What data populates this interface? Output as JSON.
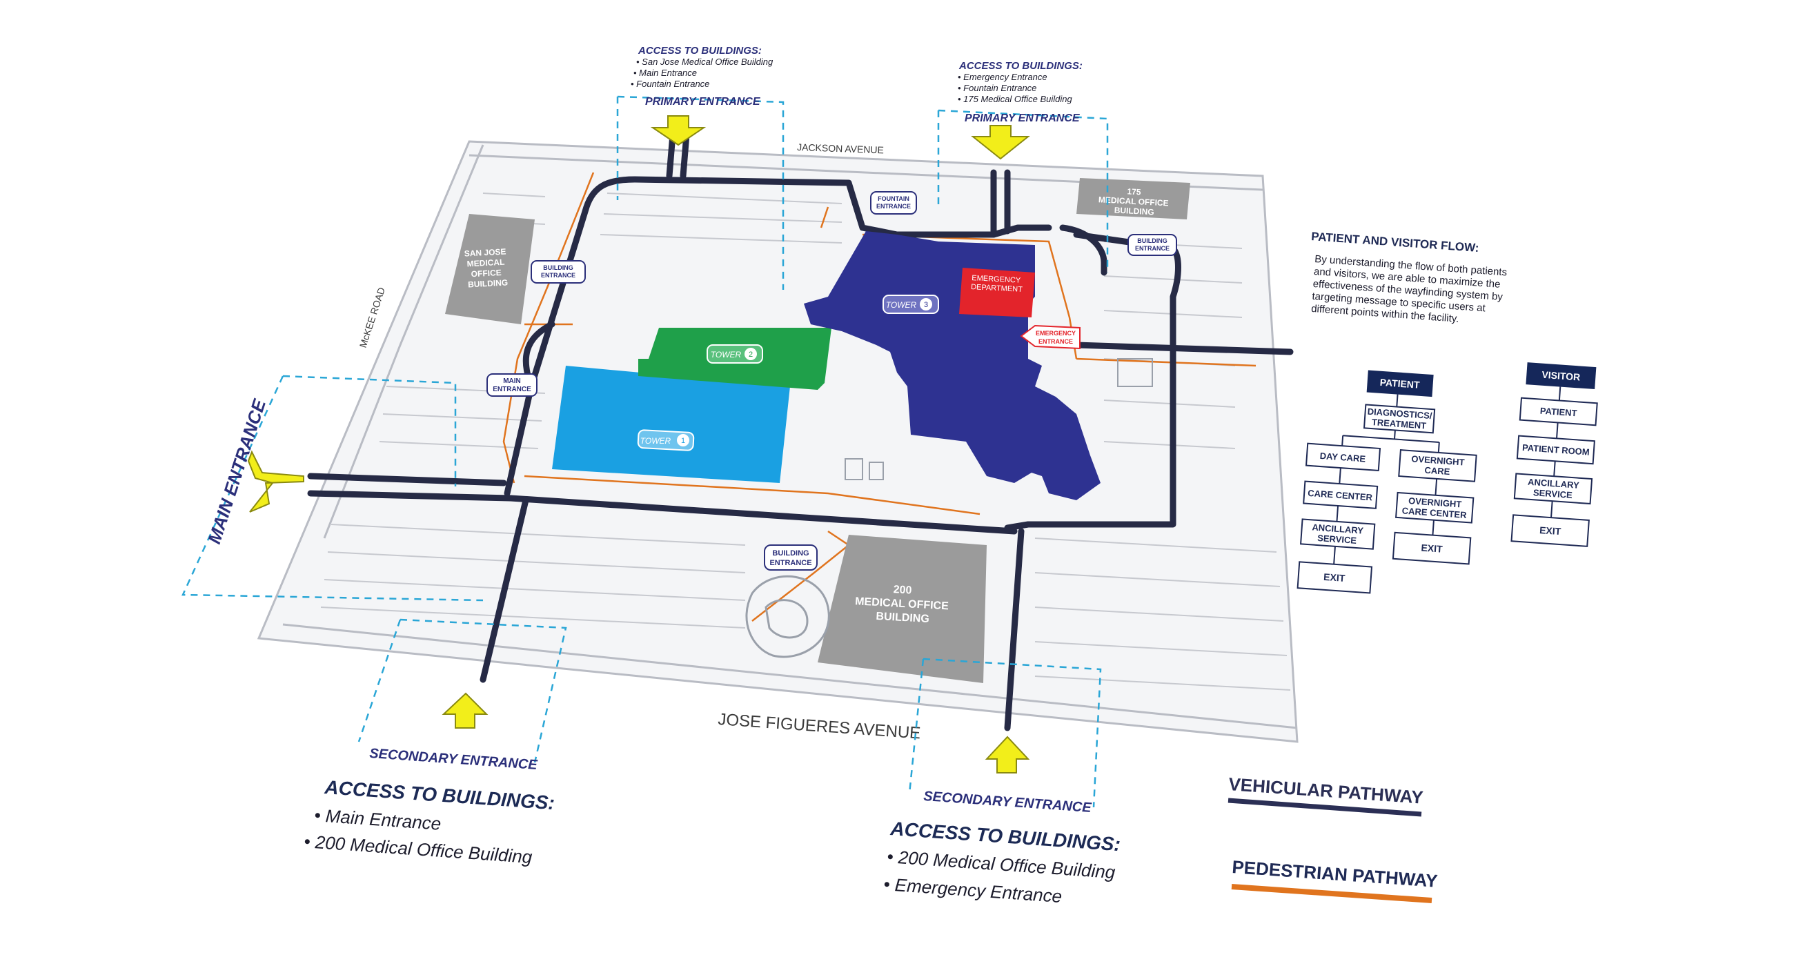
{
  "map": {
    "streets": {
      "north": "JACKSON AVENUE",
      "west": "McKEE ROAD",
      "south": "JOSE FIGUERES AVENUE"
    },
    "buildings": {
      "san_jose_mob": [
        "SAN JOSE",
        "MEDICAL",
        "OFFICE",
        "BUILDING"
      ],
      "mob_175": [
        "175",
        "MEDICAL OFFICE",
        "BUILDING"
      ],
      "mob_200": [
        "200",
        "MEDICAL OFFICE",
        "BUILDING"
      ],
      "tower1": "TOWER",
      "tower1_num": "1",
      "tower2": "TOWER",
      "tower2_num": "2",
      "tower3": "TOWER",
      "tower3_num": "3",
      "emergency_dept": [
        "EMERGENCY",
        "DEPARTMENT"
      ]
    },
    "callouts": {
      "fountain_entrance": [
        "FOUNTAIN",
        "ENTRANCE"
      ],
      "building_entrance_nw": [
        "BUILDING",
        "ENTRANCE"
      ],
      "main_entrance_small": [
        "MAIN",
        "ENTRANCE"
      ],
      "building_entrance_ne": [
        "BUILDING",
        "ENTRANCE"
      ],
      "emergency_entrance": [
        "EMERGENCY",
        "ENTRANCE"
      ],
      "building_entrance_s": [
        "BUILDING",
        "ENTRANCE"
      ]
    },
    "entrances": {
      "primary_left": {
        "label": "PRIMARY ENTRANCE",
        "heading": "ACCESS TO BUILDINGS:",
        "items": [
          "• San Jose Medical Office Building",
          "• Main Entrance",
          "• Fountain Entrance"
        ]
      },
      "primary_right": {
        "label": "PRIMARY ENTRANCE",
        "heading": "ACCESS TO BUILDINGS:",
        "items": [
          "• Emergency Entrance",
          "• Fountain Entrance",
          "• 175 Medical Office Building"
        ]
      },
      "main": {
        "label": "MAIN ENTRANCE"
      },
      "secondary_left": {
        "label": "SECONDARY ENTRANCE",
        "heading": "ACCESS TO BUILDINGS:",
        "items": [
          "• Main Entrance",
          "• 200 Medical Office Building"
        ]
      },
      "secondary_right": {
        "label": "SECONDARY ENTRANCE",
        "heading": "ACCESS TO BUILDINGS:",
        "items": [
          "• 200 Medical Office Building",
          "• Emergency Entrance"
        ]
      }
    }
  },
  "legend": {
    "vehicular": {
      "label": "VEHICULAR PATHWAY",
      "color": "#2b2f55"
    },
    "pedestrian": {
      "label": "PEDESTRIAN PATHWAY",
      "color": "#e0741e"
    }
  },
  "flow": {
    "title": "PATIENT AND VISITOR FLOW:",
    "description": [
      "By understanding the flow of both patients",
      "and visitors, we are able to maximize the",
      "effectiveness of the wayfinding system by",
      "targeting message to specific users at",
      "different points within the facility."
    ],
    "patient": {
      "header": "PATIENT",
      "diagnostics": [
        "DIAGNOSTICS/",
        "TREATMENT"
      ],
      "day_care": "DAY CARE",
      "care_center": "CARE CENTER",
      "ancillary": [
        "ANCILLARY",
        "SERVICE"
      ],
      "exit_left": "EXIT",
      "overnight_care": [
        "OVERNIGHT",
        "CARE"
      ],
      "overnight_center": [
        "OVERNIGHT",
        "CARE CENTER"
      ],
      "exit_right": "EXIT"
    },
    "visitor": {
      "header": "VISITOR",
      "patient": "PATIENT",
      "patient_room": "PATIENT ROOM",
      "ancillary": [
        "ANCILLARY",
        "SERVICE"
      ],
      "exit": "EXIT"
    }
  },
  "colors": {
    "tower1": "#1aa0e2",
    "tower2": "#1fa04a",
    "tower3": "#2e3291",
    "emergency": "#e3242b",
    "mob": "#9b9b9b",
    "arrow": "#f2ee1a",
    "callout_dash": "#2aa6d6"
  }
}
